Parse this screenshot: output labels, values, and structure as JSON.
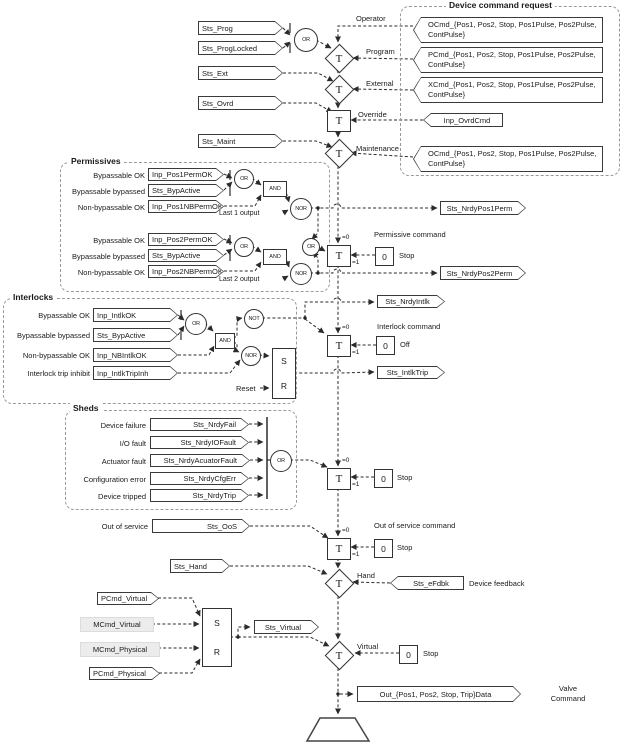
{
  "colors": {
    "line": "#2b2b2b",
    "muted_box_fill": "#ececec",
    "group_border": "#9a9a9a"
  },
  "gates": {
    "or": "OR",
    "and": "AND",
    "nor": "NOR",
    "not": "NOT",
    "t": "T",
    "s": "S",
    "r": "R",
    "eq0": "=0",
    "eq1": "=1"
  },
  "device_command_request": {
    "title": "Device command request",
    "entries": [
      {
        "label": "Operator",
        "value": "OCmd_{Pos1, Pos2, Stop, Pos1Pulse, Pos2Pulse, ContPulse}"
      },
      {
        "label": "Program",
        "value": "PCmd_{Pos1, Pos2, Stop, Pos1Pulse, Pos2Pulse, ContPulse}"
      },
      {
        "label": "External",
        "value": "XCmd_{Pos1, Pos2, Stop, Pos1Pulse, Pos2Pulse, ContPulse}"
      },
      {
        "label": "Override",
        "value": "Inp_OvrdCmd"
      },
      {
        "label": "Maintenance",
        "value": "OCmd_{Pos1, Pos2, Stop, Pos1Pulse, Pos2Pulse, ContPulse}"
      }
    ]
  },
  "mode_inputs": {
    "prog": "Sts_Prog",
    "prog_locked": "Sts_ProgLocked",
    "ext": "Sts_Ext",
    "ovrd": "Sts_Ovrd",
    "maint": "Sts_Maint"
  },
  "permissives": {
    "title": "Permissives",
    "group1": {
      "bypassable_label": "Bypassable OK",
      "bypassable": "Inp_Pos1PermOK",
      "bypassed_label": "Bypassable bypassed",
      "bypassed": "Sts_BypActive",
      "nonbypassable_label": "Non-bypassable OK",
      "nonbypassable": "Inp_Pos1NBPermOK",
      "last_output": "Last 1 output",
      "not_ready_output": "Sts_NrdyPos1Perm"
    },
    "group2": {
      "bypassable_label": "Bypassable OK",
      "bypassable": "Inp_Pos2PermOK",
      "bypassed_label": "Bypassable bypassed",
      "bypassed": "Sts_BypActive",
      "nonbypassable_label": "Non-bypassable OK",
      "nonbypassable": "Inp_Pos2NBPermOK",
      "last_output": "Last 2 output",
      "not_ready_output": "Sts_NrdyPos2Perm"
    },
    "command": {
      "title": "Permissive command",
      "value": "0",
      "action": "Stop"
    }
  },
  "interlocks": {
    "title": "Interlocks",
    "rows": [
      {
        "label": "Bypassable OK",
        "value": "Inp_IntlkOK"
      },
      {
        "label": "Bypassable bypassed",
        "value": "Sts_BypActive"
      },
      {
        "label": "Non-bypassable OK",
        "value": "Inp_NBIntlkOK"
      },
      {
        "label": "Interlock trip inhibit",
        "value": "Inp_IntlkTripInh"
      }
    ],
    "reset_label": "Reset",
    "not_ready_output": "Sts_NrdyIntlk",
    "trip_output": "Sts_IntlkTrip",
    "command": {
      "title": "Interlock command",
      "value": "0",
      "action": "Off"
    }
  },
  "sheds": {
    "title": "Sheds",
    "rows": [
      {
        "label": "Device failure",
        "value": "Sts_NrdyFail"
      },
      {
        "label": "I/O fault",
        "value": "Sts_NrdyIOFault"
      },
      {
        "label": "Actuator fault",
        "value": "Sts_NrdyAcuatorFault"
      },
      {
        "label": "Configuration error",
        "value": "Sts_NrdyCfgErr"
      },
      {
        "label": "Device tripped",
        "value": "Sts_NrdyTrip"
      }
    ],
    "command": {
      "value": "0",
      "action": "Stop"
    }
  },
  "out_of_service": {
    "label": "Out of service",
    "value": "Sts_OoS",
    "command": {
      "title": "Out of service command",
      "value": "0",
      "action": "Stop"
    }
  },
  "hand": {
    "input": "Sts_Hand",
    "selector_label": "Hand",
    "feedback": "Sts_eFdbk",
    "feedback_label": "Device feedback"
  },
  "virtual": {
    "pcmd_virtual": "PCmd_Virtual",
    "mcmd_virtual": "MCmd_Virtual",
    "mcmd_physical": "MCmd_Physical",
    "pcmd_physical": "PCmd_Physical",
    "status_output": "Sts_Virtual",
    "selector_label": "Virtual",
    "command": {
      "value": "0",
      "action": "Stop"
    }
  },
  "valve_output": {
    "value": "Out_{Pos1, Pos2, Stop, Trip}Data",
    "label": "Valve Command"
  }
}
